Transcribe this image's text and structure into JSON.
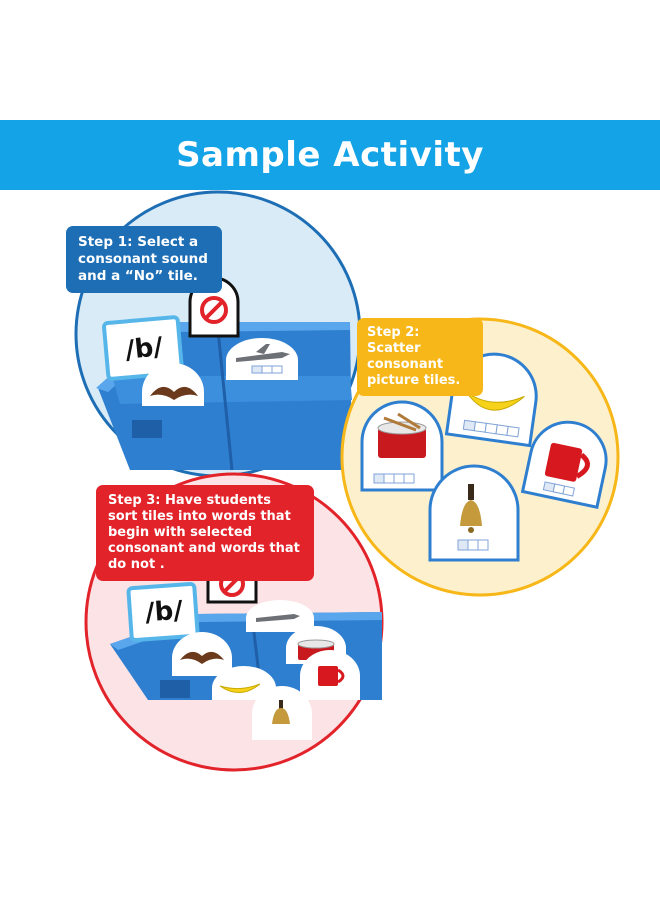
{
  "banner": {
    "title": "Sample Activity"
  },
  "steps": [
    {
      "label": "Step 1: Select a consonant sound and a “No” tile."
    },
    {
      "label": "Step 2:  Scatter consonant picture tiles."
    },
    {
      "label": "Step 3:  Have students sort tiles into words that begin with selected consonant and words that do not ."
    }
  ],
  "tiles": {
    "sound_card": "/b/"
  },
  "icons": [
    "no-sign-icon",
    "bat-icon",
    "airplane-icon",
    "drum-icon",
    "banana-icon",
    "mug-icon",
    "bell-icon"
  ],
  "colors": {
    "banner": "#14a3e6",
    "step1": "#1d6eb5",
    "step2": "#f7b718",
    "step3": "#e2232a",
    "tray": "#2f7fd0"
  }
}
